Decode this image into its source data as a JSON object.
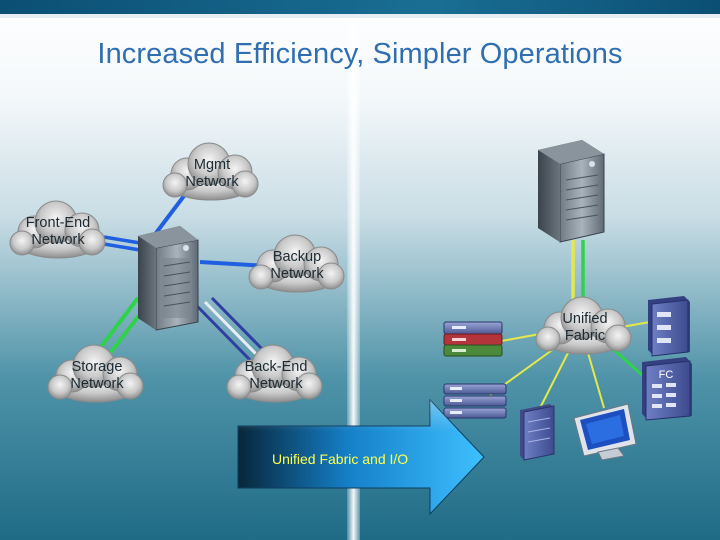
{
  "slide": {
    "title": "Increased Efficiency, Simpler Operations"
  },
  "clouds": {
    "mgmt": {
      "line1": "Mgmt",
      "line2": "Network"
    },
    "front_end": {
      "line1": "Front-End",
      "line2": "Network"
    },
    "backup": {
      "line1": "Backup",
      "line2": "Network"
    },
    "storage": {
      "line1": "Storage",
      "line2": "Network"
    },
    "back_end": {
      "line1": "Back-End",
      "line2": "Network"
    },
    "unified": {
      "line1": "Unified",
      "line2": "Fabric"
    }
  },
  "arrow": {
    "label": "Unified Fabric and I/O"
  },
  "fc_tag": "FC",
  "colors": {
    "title": "#2f6fb1",
    "mgmt_link": "#1f5fe0",
    "backup_link": "#1f5fe0",
    "storage_link": "#2fd24a",
    "unified_link": "#e5e84a",
    "arrow_text": "#ffff4a"
  },
  "icons": [
    "server-tower-icon",
    "cloud-icon",
    "rack-switch-icon",
    "storage-array-icon",
    "monitor-icon"
  ]
}
